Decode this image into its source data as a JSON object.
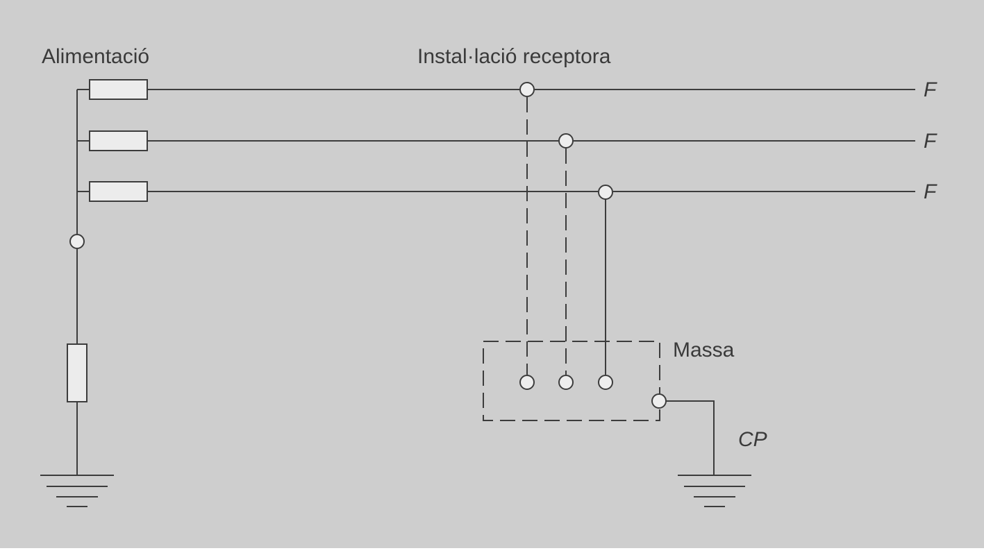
{
  "diagram": {
    "background": "#cecece",
    "line_color": "#3c3c3c",
    "labels": {
      "supply": "Alimentació",
      "installation": "Instal·lació receptora",
      "phase_1": "F",
      "phase_2": "F",
      "phase_3": "F",
      "mass": "Massa",
      "protective_conductor": "CP"
    }
  }
}
